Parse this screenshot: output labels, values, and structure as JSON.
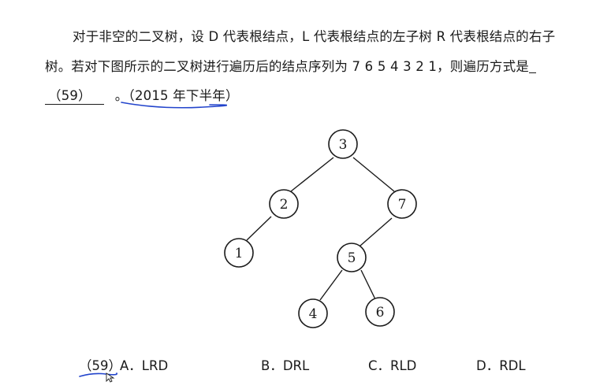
{
  "question": {
    "line1": "对于非空的二叉树，设 D 代表根结点，L 代表根结点的左子树 R 代表根结点的右子",
    "line2": "树。若对下图所示的二叉树进行遍历后的结点序列为 7  6  5  4  3  2  1，则遍历方式是",
    "blank": "（59）",
    "after_blank": "。",
    "source": "（2015 年下半年）"
  },
  "tree": {
    "nodes": [
      "3",
      "2",
      "7",
      "1",
      "5",
      "4",
      "6"
    ]
  },
  "options": {
    "number": "（59）",
    "A": "A．LRD",
    "B": "B．DRL",
    "C": "C．RLD",
    "D": "D．RDL"
  },
  "colors": {
    "ink": "#2244cc",
    "text": "#1a1a1a"
  }
}
